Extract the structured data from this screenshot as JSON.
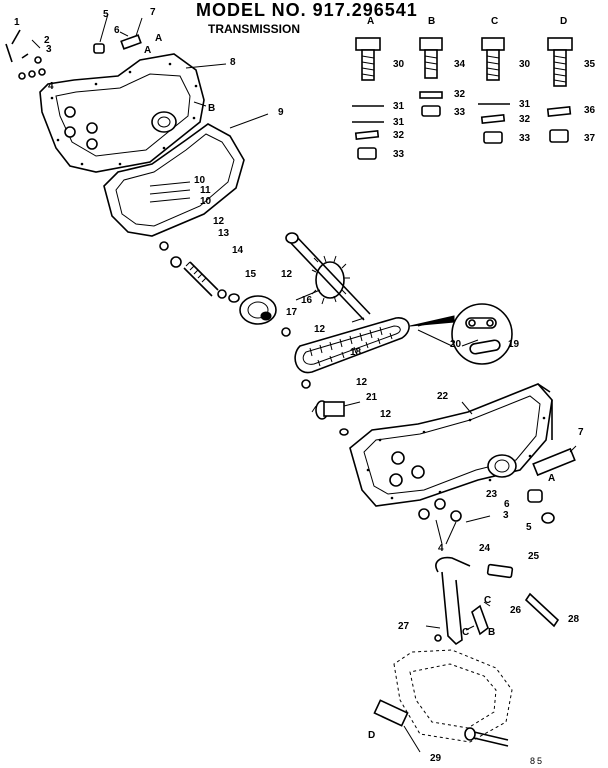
{
  "header": {
    "model": "MODEL NO. 917.296541",
    "subtitle": "TRANSMISSION"
  },
  "columns": [
    "A",
    "B",
    "C",
    "D"
  ],
  "footer": {
    "page_code": "85"
  },
  "labels": [
    {
      "id": "l1",
      "text": "1"
    },
    {
      "id": "l2",
      "text": "2"
    },
    {
      "id": "l3",
      "text": "3"
    },
    {
      "id": "l4",
      "text": "4"
    },
    {
      "id": "l5",
      "text": "5"
    },
    {
      "id": "l6",
      "text": "6"
    },
    {
      "id": "l7",
      "text": "7"
    },
    {
      "id": "la1",
      "text": "A"
    },
    {
      "id": "la2",
      "text": "A"
    },
    {
      "id": "l8",
      "text": "8"
    },
    {
      "id": "lb1",
      "text": "B"
    },
    {
      "id": "l9",
      "text": "9"
    },
    {
      "id": "l10a",
      "text": "10"
    },
    {
      "id": "l11",
      "text": "11"
    },
    {
      "id": "l10b",
      "text": "10"
    },
    {
      "id": "l12a",
      "text": "12"
    },
    {
      "id": "l13",
      "text": "13"
    },
    {
      "id": "l14",
      "text": "14"
    },
    {
      "id": "l15",
      "text": "15"
    },
    {
      "id": "l12b",
      "text": "12"
    },
    {
      "id": "l16",
      "text": "16"
    },
    {
      "id": "l17",
      "text": "17"
    },
    {
      "id": "l12c",
      "text": "12"
    },
    {
      "id": "l18",
      "text": "18"
    },
    {
      "id": "l20",
      "text": "20"
    },
    {
      "id": "l19",
      "text": "19"
    },
    {
      "id": "l12d",
      "text": "12"
    },
    {
      "id": "l21",
      "text": "21"
    },
    {
      "id": "l12e",
      "text": "12"
    },
    {
      "id": "l22",
      "text": "22"
    },
    {
      "id": "l7b",
      "text": "7"
    },
    {
      "id": "la3",
      "text": "A"
    },
    {
      "id": "l23",
      "text": "23"
    },
    {
      "id": "l3b",
      "text": "3"
    },
    {
      "id": "l6b",
      "text": "6"
    },
    {
      "id": "l5b",
      "text": "5"
    },
    {
      "id": "l4b",
      "text": "4"
    },
    {
      "id": "l24",
      "text": "24"
    },
    {
      "id": "l25",
      "text": "25"
    },
    {
      "id": "lc1",
      "text": "C"
    },
    {
      "id": "l26",
      "text": "26"
    },
    {
      "id": "l28",
      "text": "28"
    },
    {
      "id": "l27",
      "text": "27"
    },
    {
      "id": "lc2",
      "text": "C"
    },
    {
      "id": "lb2",
      "text": "B"
    },
    {
      "id": "ld1",
      "text": "D"
    },
    {
      "id": "l29",
      "text": "29"
    },
    {
      "id": "h30a",
      "text": "30"
    },
    {
      "id": "h31a",
      "text": "31"
    },
    {
      "id": "h31b",
      "text": "31"
    },
    {
      "id": "h32a",
      "text": "32"
    },
    {
      "id": "h33a",
      "text": "33"
    },
    {
      "id": "h34",
      "text": "34"
    },
    {
      "id": "h32b",
      "text": "32"
    },
    {
      "id": "h33b",
      "text": "33"
    },
    {
      "id": "h30c",
      "text": "30"
    },
    {
      "id": "h31c",
      "text": "31"
    },
    {
      "id": "h32c",
      "text": "32"
    },
    {
      "id": "h33c",
      "text": "33"
    },
    {
      "id": "h35",
      "text": "35"
    },
    {
      "id": "h36",
      "text": "36"
    },
    {
      "id": "h37",
      "text": "37"
    }
  ]
}
